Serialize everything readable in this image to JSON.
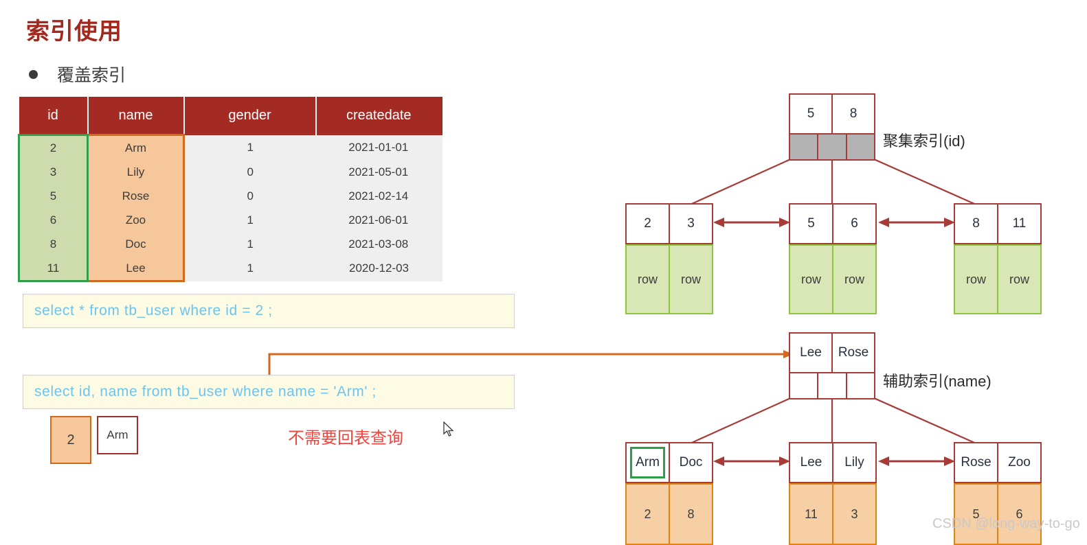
{
  "slide": {
    "title": "索引使用",
    "bullet_label": "覆盖索引",
    "note_text": "不需要回表查询",
    "watermark": "CSDN @long-way-to-go"
  },
  "table": {
    "columns": [
      "id",
      "name",
      "gender",
      "createdate"
    ],
    "rows": [
      {
        "id": "2",
        "name": "Arm",
        "gender": "1",
        "createdate": "2021-01-01"
      },
      {
        "id": "3",
        "name": "Lily",
        "gender": "0",
        "createdate": "2021-05-01"
      },
      {
        "id": "5",
        "name": "Rose",
        "gender": "0",
        "createdate": "2021-02-14"
      },
      {
        "id": "6",
        "name": "Zoo",
        "gender": "1",
        "createdate": "2021-06-01"
      },
      {
        "id": "8",
        "name": "Doc",
        "gender": "1",
        "createdate": "2021-03-08"
      },
      {
        "id": "11",
        "name": "Lee",
        "gender": "1",
        "createdate": "2020-12-03"
      }
    ]
  },
  "sql": {
    "query_1": "select * from tb_user where id = 2 ;",
    "query_2": "select id, name from tb_user where name = 'Arm' ;"
  },
  "result": {
    "id": "2",
    "name": "Arm"
  },
  "clustered_index": {
    "label": "聚集索引(id)",
    "root": {
      "keys": [
        "5",
        "8"
      ],
      "pointers": [
        "",
        "",
        ""
      ]
    },
    "leaves": [
      {
        "keys": [
          "2",
          "3"
        ],
        "data": [
          "row",
          "row"
        ]
      },
      {
        "keys": [
          "5",
          "6"
        ],
        "data": [
          "row",
          "row"
        ]
      },
      {
        "keys": [
          "8",
          "11"
        ],
        "data": [
          "row",
          "row"
        ]
      }
    ]
  },
  "secondary_index": {
    "label": "辅助索引(name)",
    "root": {
      "keys": [
        "Lee",
        "Rose"
      ],
      "pointers": [
        "",
        "",
        ""
      ]
    },
    "leaves": [
      {
        "keys": [
          "Arm",
          "Doc"
        ],
        "data": [
          "2",
          "8"
        ],
        "highlight_key_index": 0
      },
      {
        "keys": [
          "Lee",
          "Lily"
        ],
        "data": [
          "11",
          "3"
        ],
        "highlight_key_index": -1
      },
      {
        "keys": [
          "Rose",
          "Zoo"
        ],
        "data": [
          "5",
          "6"
        ],
        "highlight_key_index": -1
      }
    ]
  },
  "colors": {
    "title_red": "#a3291f",
    "header_red": "#a32b24",
    "id_green_fill": "#cedcad",
    "id_green_border": "#2e9e4a",
    "name_orange_fill": "#f5c79b",
    "name_orange_border": "#cd6a1e",
    "sql_text_blue": "#6cc4ef",
    "sql_box_bg": "#fdfbe4",
    "note_red": "#f4433c",
    "tree_line_red": "#a63b38",
    "arrow_orange": "#d2691e",
    "pointer_gray": "#b3b3b3"
  }
}
